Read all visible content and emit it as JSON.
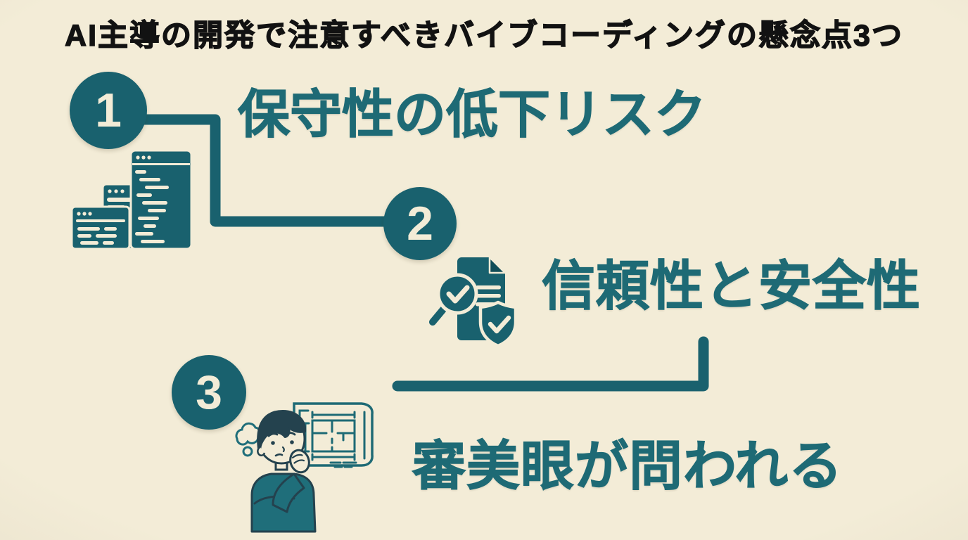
{
  "title": "AI主導の開発で注意すべきバイブコーディングの懸念点3つ",
  "items": [
    {
      "number": "1",
      "label": "保守性の低下リスク",
      "icon": "stacked-code-windows-icon"
    },
    {
      "number": "2",
      "label": "信頼性と安全性",
      "icon": "document-magnifier-shield-icon"
    },
    {
      "number": "3",
      "label": "審美眼が問われる",
      "icon": "thinking-person-blueprint-icon"
    }
  ],
  "colors": {
    "background": "#f3ecd7",
    "teal": "#19616e",
    "label_teal": "#1e6a75",
    "title_text": "#121212",
    "number_text": "#f3ecd7",
    "outline_dark": "#24424e",
    "sweater_teal": "#1f6e7a"
  }
}
